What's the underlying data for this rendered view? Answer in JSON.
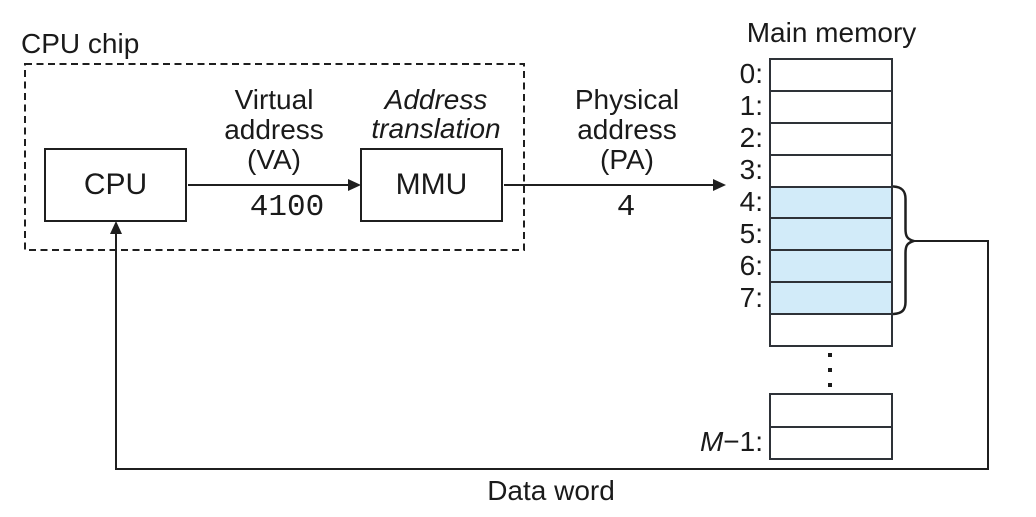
{
  "cpu_chip": {
    "label": "CPU chip"
  },
  "cpu": {
    "label": "CPU"
  },
  "mmu": {
    "label": "MMU"
  },
  "address_translation": {
    "line1": "Address",
    "line2": "translation"
  },
  "virtual_address": {
    "line1": "Virtual",
    "line2": "address",
    "line3": "(VA)",
    "value": "4100"
  },
  "physical_address": {
    "line1": "Physical",
    "line2": "address",
    "line3": "(PA)",
    "value": "4"
  },
  "main_memory": {
    "title": "Main memory",
    "cells": [
      {
        "label": "0:",
        "highlighted": false
      },
      {
        "label": "1:",
        "highlighted": false
      },
      {
        "label": "2:",
        "highlighted": false
      },
      {
        "label": "3:",
        "highlighted": false
      },
      {
        "label": "4:",
        "highlighted": true
      },
      {
        "label": "5:",
        "highlighted": true
      },
      {
        "label": "6:",
        "highlighted": true
      },
      {
        "label": "7:",
        "highlighted": true
      },
      {
        "label": "",
        "highlighted": false
      }
    ],
    "ellipsis": "⋮",
    "bottom_cells": [
      {
        "label_italic": "",
        "label_suffix": ""
      },
      {
        "label_italic": "M",
        "label_suffix": "−1:"
      }
    ]
  },
  "data_word": {
    "label": "Data word"
  },
  "colors": {
    "highlight": "#d2ebf9",
    "line": "#1f1f1f"
  }
}
